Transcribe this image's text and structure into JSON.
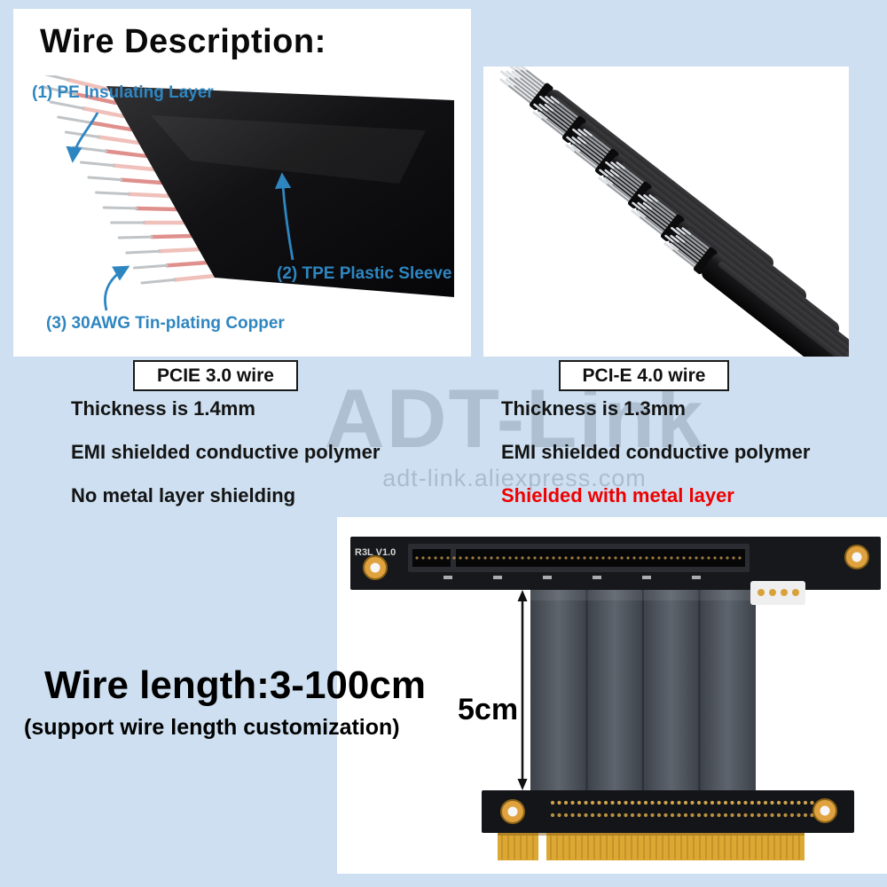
{
  "page": {
    "title": "Wire Description:",
    "background_color": "#cddff0"
  },
  "left_diagram": {
    "annotation_color": "#2e86c1",
    "annotations": [
      "(1) PE Insulating Layer",
      "(2) TPE Plastic Sleeve",
      "(3) 30AWG Tin-plating Copper"
    ]
  },
  "comparison": {
    "pcie3": {
      "box_label": "PCIE 3.0 wire",
      "specs": [
        "Thickness is 1.4mm",
        "EMI shielded conductive polymer",
        "No metal layer shielding"
      ]
    },
    "pcie4": {
      "box_label": "PCI-E 4.0 wire",
      "specs": [
        "Thickness is 1.3mm",
        "EMI shielded conductive polymer",
        "Shielded with metal layer"
      ],
      "highlight_spec_color": "#ef0000"
    }
  },
  "watermark": {
    "brand": "ADT-Link",
    "site": "adt-link.aliexpress.com"
  },
  "riser_photo": {
    "board_label": "R3L V1.0",
    "gap_label": "5cm",
    "gold_color": "#dca733"
  },
  "footer": {
    "title": "Wire length:3-100cm",
    "subtitle": "(support wire length customization)"
  }
}
